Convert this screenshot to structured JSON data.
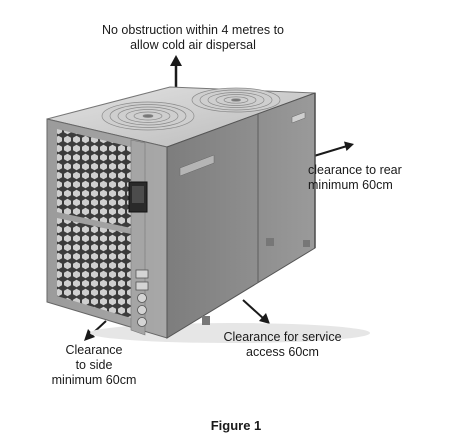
{
  "labels": {
    "top": [
      "No obstruction within 4 metres to",
      "allow cold air dispersal"
    ],
    "rear": [
      "clearance to rear",
      "minimum 60cm"
    ],
    "service": [
      "Clearance for service",
      "access 60cm"
    ],
    "side": [
      "Clearance",
      "to side",
      "minimum 60cm"
    ]
  },
  "caption": "Figure 1",
  "colors": {
    "text": "#1a1a1a",
    "arrow": "#1a1a1a",
    "unit_body": "#8f8f8f",
    "unit_dark": "#5a5a5a",
    "fan_guard": "#d8d8d8"
  }
}
